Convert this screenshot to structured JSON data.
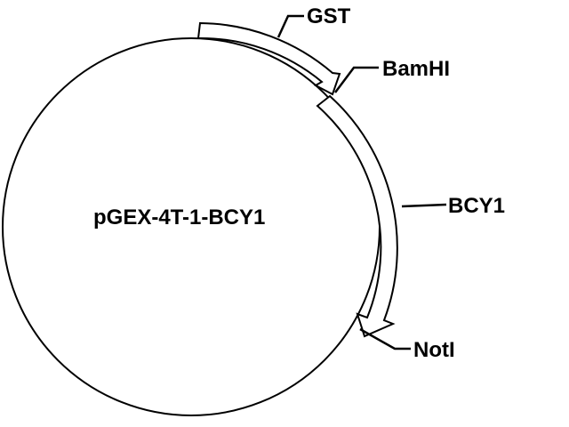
{
  "plasmid": {
    "name": "pGEX-4T-1-BCY1"
  },
  "features": {
    "gst": {
      "label": "GST"
    },
    "bcy1": {
      "label": "BCY1"
    }
  },
  "sites": {
    "bamhi": {
      "label": "BamHI"
    },
    "noti": {
      "label": "NotI"
    }
  },
  "colors": {
    "stroke": "#000000",
    "background": "#ffffff"
  }
}
